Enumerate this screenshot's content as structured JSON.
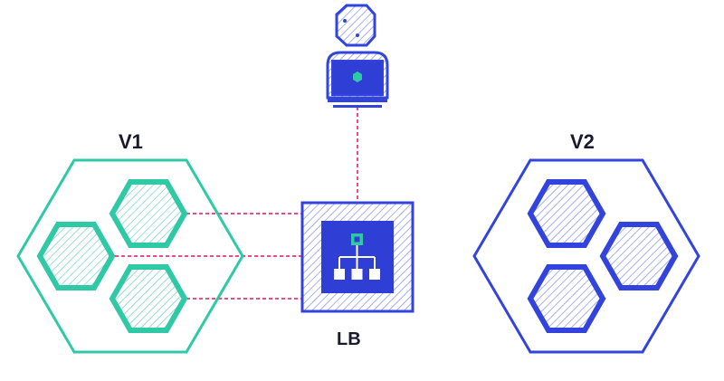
{
  "labels": {
    "v1": "V1",
    "v2": "V2",
    "lb": "LB"
  },
  "colors": {
    "v1_green": "#2fc9a6",
    "v2_blue": "#3344dd",
    "link_pink": "#ee4a8a",
    "lb_core": "#2f3fd6",
    "lb_node": "#2fc9a6",
    "hatch_blue": "#b9c2f2",
    "hatch_green": "#8fdcc9"
  },
  "icons": {
    "user": "user-with-laptop-icon",
    "load_balancer": "load-balancer-icon",
    "v1_pods": "hexagon-icon",
    "v2_pods": "hexagon-icon"
  }
}
